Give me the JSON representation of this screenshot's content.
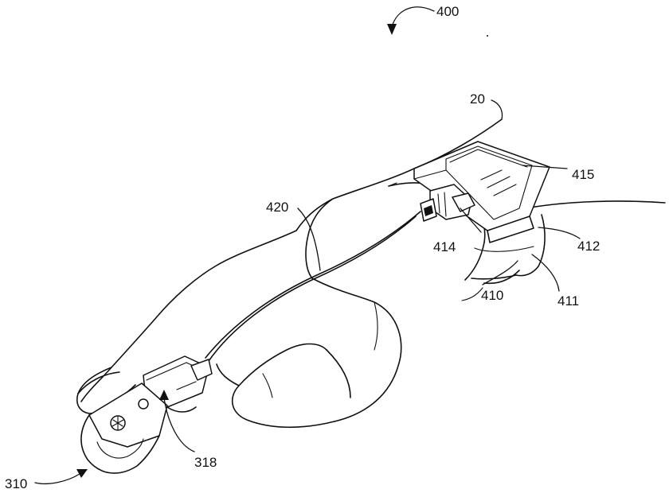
{
  "figure": {
    "reference_numerals": {
      "fig": "400",
      "arm": "20",
      "wrist_unit_display": "415",
      "connector": "414",
      "band_edge": "412",
      "cable": "420",
      "wrist_band": "410",
      "band_body": "411",
      "finger_probe": "310",
      "probe_connector": "318"
    }
  }
}
